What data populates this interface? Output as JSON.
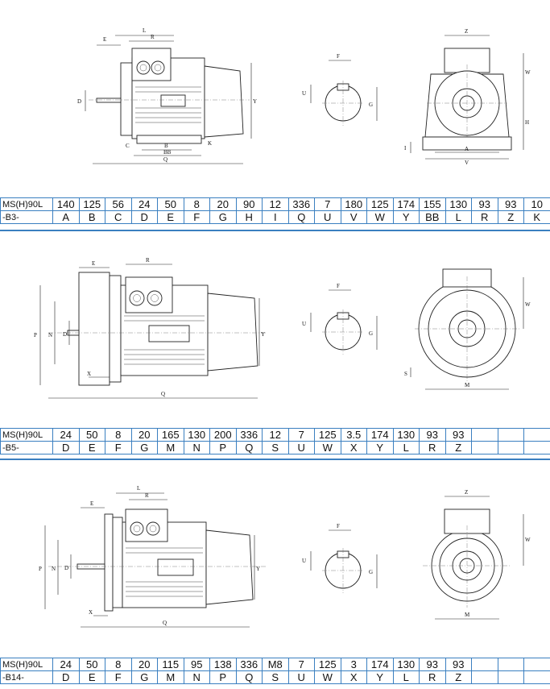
{
  "sections": [
    {
      "id": "b3",
      "model_top": "MS(H)90L",
      "model_bottom": "-B3-",
      "values": [
        "140",
        "125",
        "56",
        "24",
        "50",
        "8",
        "20",
        "90",
        "12",
        "336",
        "7",
        "180",
        "125",
        "174",
        "155",
        "130",
        "93",
        "93",
        "10"
      ],
      "letters": [
        "A",
        "B",
        "C",
        "D",
        "E",
        "F",
        "G",
        "H",
        "I",
        "Q",
        "U",
        "V",
        "W",
        "Y",
        "BB",
        "L",
        "R",
        "Z",
        "K"
      ],
      "drawing_labels": [
        "L",
        "E",
        "R",
        "D",
        "Y",
        "C",
        "B",
        "BB",
        "K",
        "Q",
        "F",
        "U",
        "G",
        "Z",
        "W",
        "H",
        "I",
        "A",
        "V"
      ]
    },
    {
      "id": "b5",
      "model_top": "MS(H)90L",
      "model_bottom": "-B5-",
      "values": [
        "24",
        "50",
        "8",
        "20",
        "165",
        "130",
        "200",
        "336",
        "12",
        "7",
        "125",
        "3.5",
        "174",
        "130",
        "93",
        "93",
        "",
        "",
        ""
      ],
      "letters": [
        "D",
        "E",
        "F",
        "G",
        "M",
        "N",
        "P",
        "Q",
        "S",
        "U",
        "W",
        "X",
        "Y",
        "L",
        "R",
        "Z",
        "",
        "",
        ""
      ],
      "drawing_labels": [
        "E",
        "R",
        "P",
        "N",
        "D",
        "Y",
        "X",
        "Q",
        "F",
        "U",
        "G",
        "W",
        "S",
        "M"
      ]
    },
    {
      "id": "b14",
      "model_top": "MS(H)90L",
      "model_bottom": "-B14-",
      "values": [
        "24",
        "50",
        "8",
        "20",
        "115",
        "95",
        "138",
        "336",
        "M8",
        "7",
        "125",
        "3",
        "174",
        "130",
        "93",
        "93",
        "",
        "",
        ""
      ],
      "letters": [
        "D",
        "E",
        "F",
        "G",
        "M",
        "N",
        "P",
        "Q",
        "S",
        "U",
        "W",
        "X",
        "Y",
        "L",
        "R",
        "Z",
        "",
        "",
        ""
      ],
      "drawing_labels": [
        "L",
        "E",
        "R",
        "P",
        "N",
        "D",
        "Y",
        "X",
        "Q",
        "F",
        "U",
        "G",
        "Z",
        "W",
        "M"
      ]
    }
  ]
}
